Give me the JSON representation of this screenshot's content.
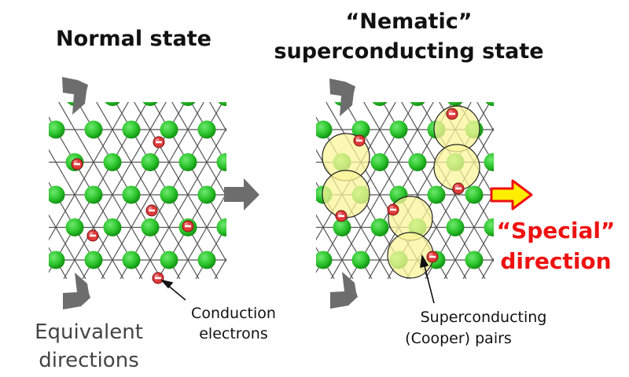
{
  "titles": {
    "normal": "Normal state",
    "nematic_line1": "“Nematic”",
    "nematic_line2": "superconducting state"
  },
  "labels": {
    "equivalent_line1": "Equivalent",
    "equivalent_line2": "directions",
    "conduction_line1": "Conduction",
    "conduction_line2": "electrons",
    "special_line1": "“Special”",
    "special_line2": "direction",
    "pairs_line1": "Superconducting",
    "pairs_line2": "(Cooper) pairs"
  },
  "colors": {
    "atom": "#2ec62e",
    "atom_dark": "#139213",
    "bond": "#555555",
    "electron_fill": "#e03a3a",
    "cooper_fill": "#fbf59a",
    "special_text": "#ee1111",
    "special_arrow_fill": "#ffee00",
    "gray_arrow": "#6d6d6d"
  },
  "icons": {
    "electron": "minus-sign-icon",
    "direction": "arrow-icon"
  }
}
